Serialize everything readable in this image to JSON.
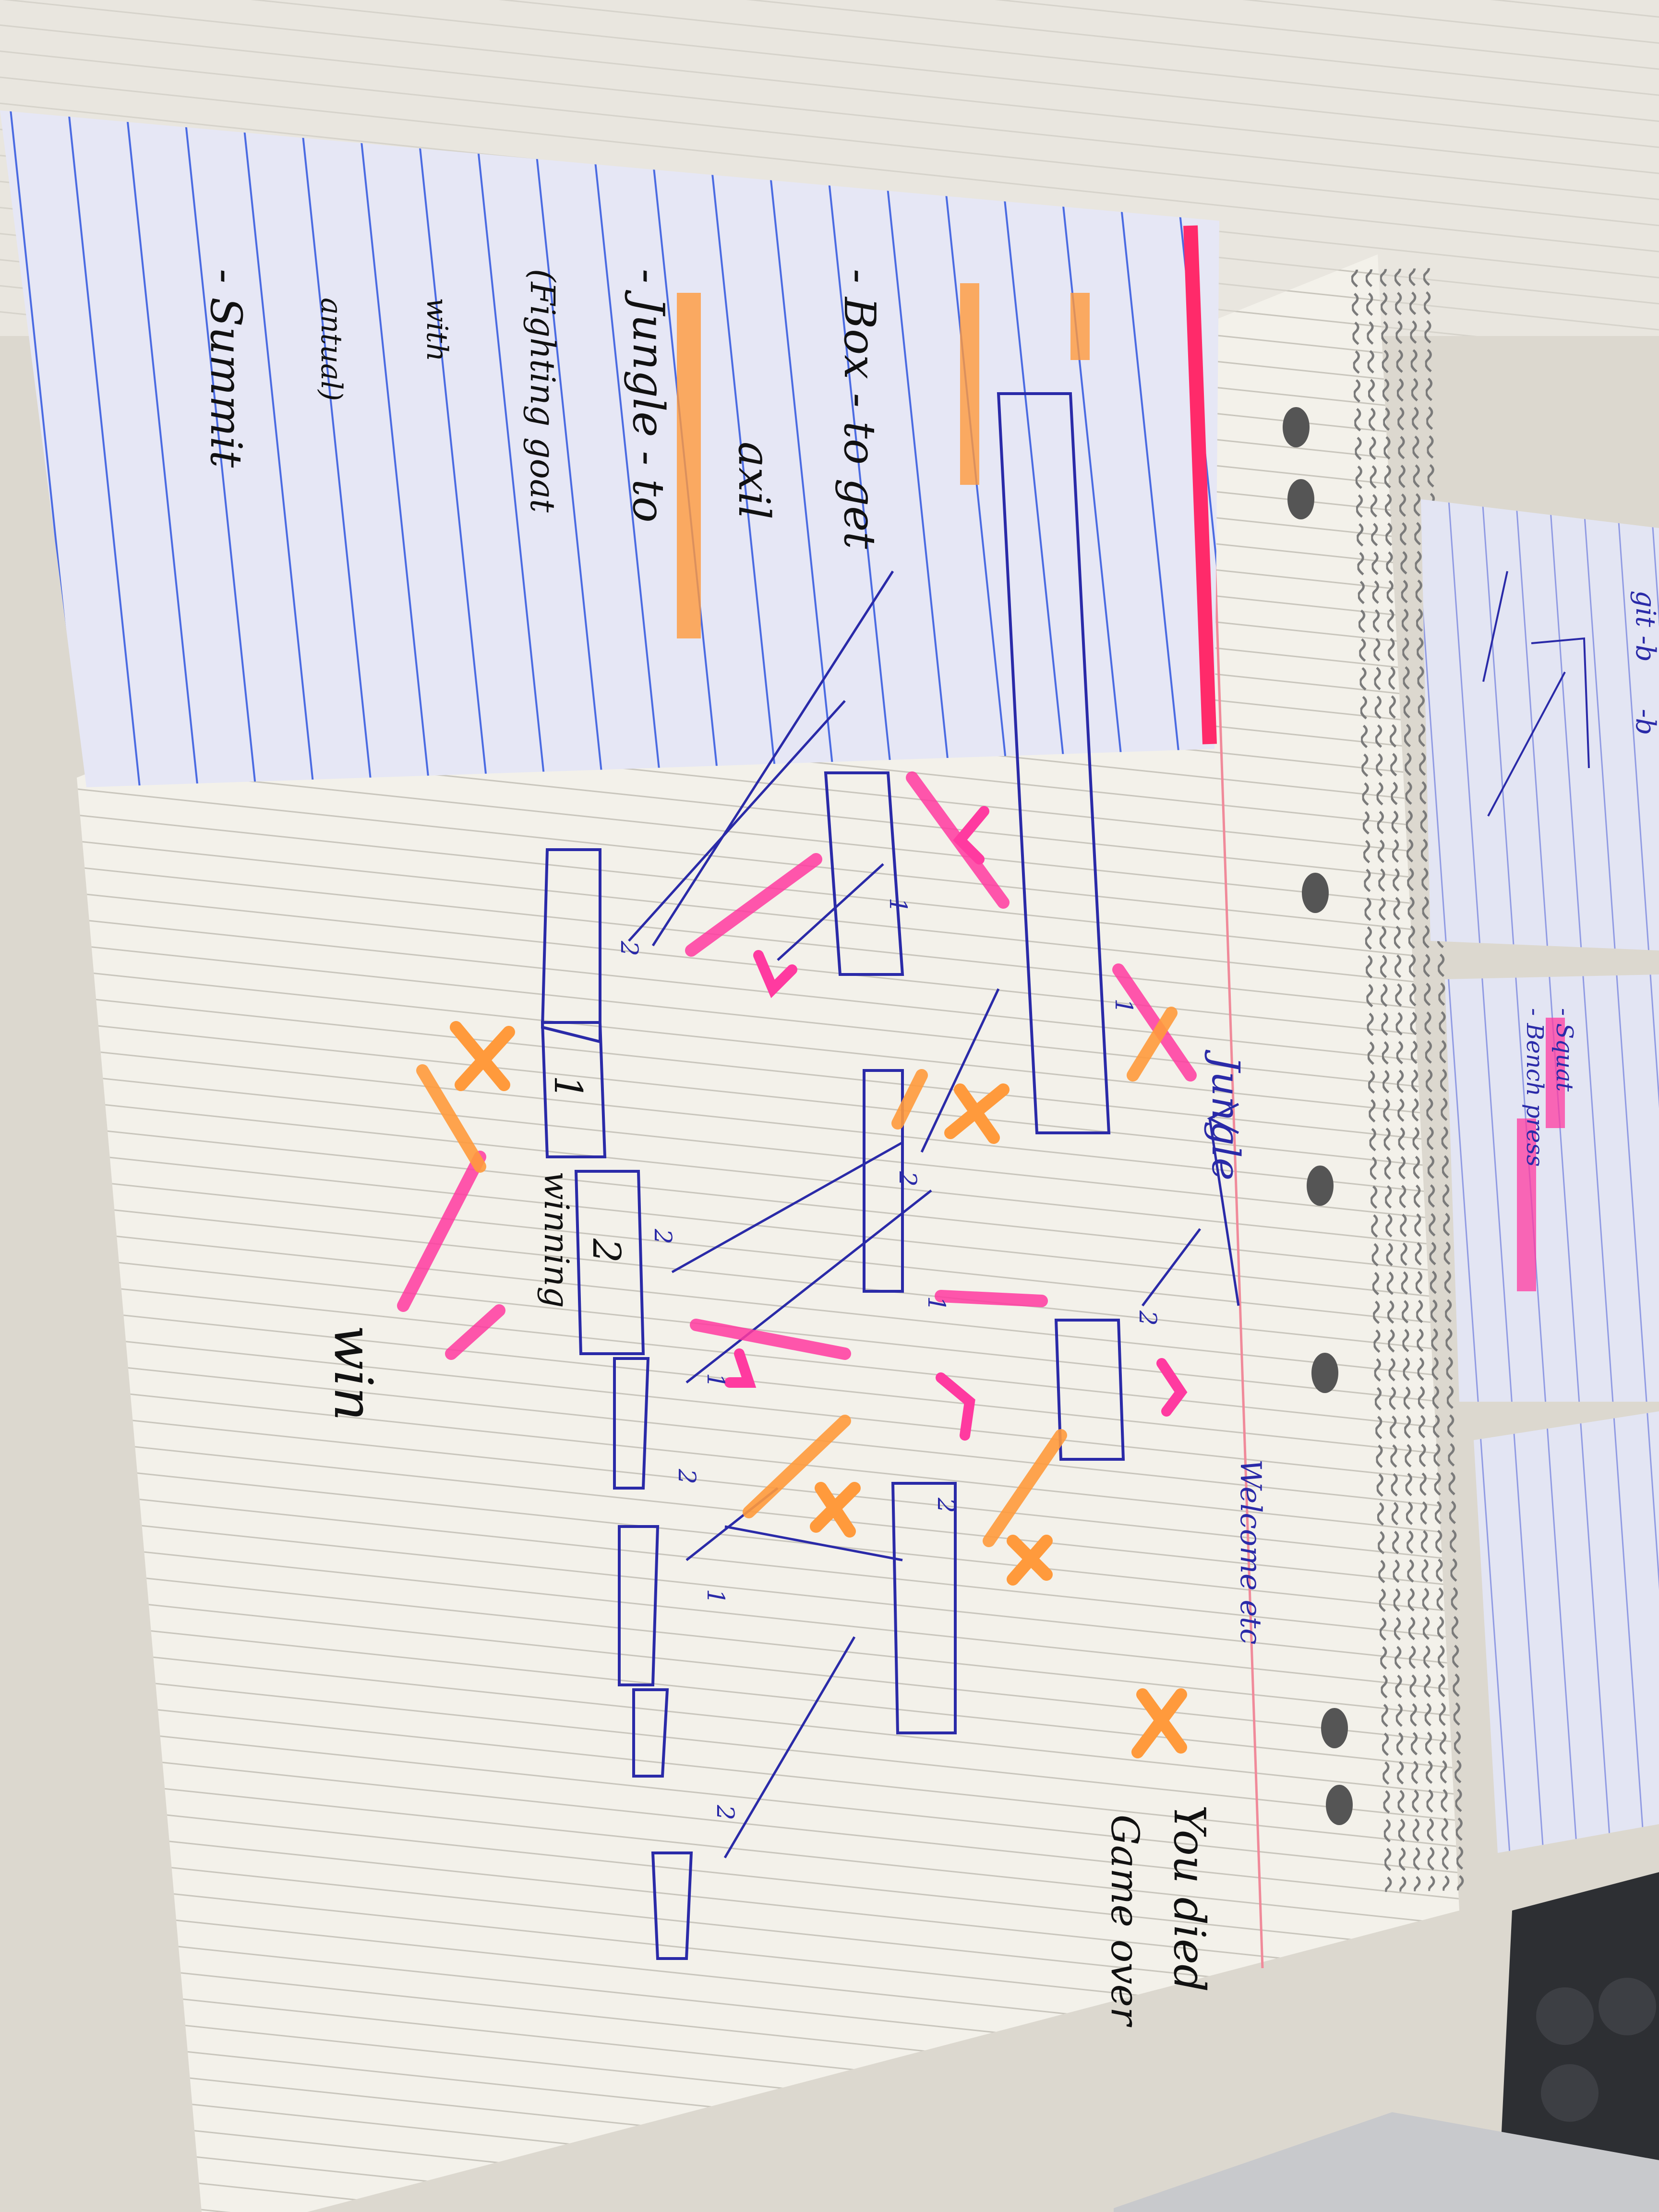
{
  "index_card": {
    "lines": [
      "- Box - to get",
      "axil",
      "- Jungle - to",
      "(Fighting goat",
      "with",
      "antual)",
      "- Summit"
    ]
  },
  "flowchart": {
    "title": "Jungle",
    "start_label": "Welcome etc",
    "end_label": "You died",
    "end_label_2": "Game over",
    "winning_label": "winning",
    "win_label": "win",
    "box_numbers": [
      "1",
      "2"
    ],
    "edge_labels": [
      "1",
      "2",
      "2",
      "1",
      "2",
      "2",
      "1",
      "1",
      "2",
      "2",
      "1",
      "2"
    ]
  },
  "sticky_notes": [
    {
      "lines": [
        "git -b",
        "-b"
      ]
    },
    {
      "lines": [
        "- Squat",
        "- Bench press"
      ]
    },
    {
      "lines": []
    }
  ],
  "colors": {
    "ink": "#2a2aa8",
    "pink_marker": "#ff3aa0",
    "orange_marker": "#ff9a3c",
    "index_card": "#e6e7f5",
    "notebook": "#f3f1ea"
  },
  "icons": [
    "spiral-binding-icon",
    "tick-mark-icon",
    "cross-mark-icon"
  ]
}
